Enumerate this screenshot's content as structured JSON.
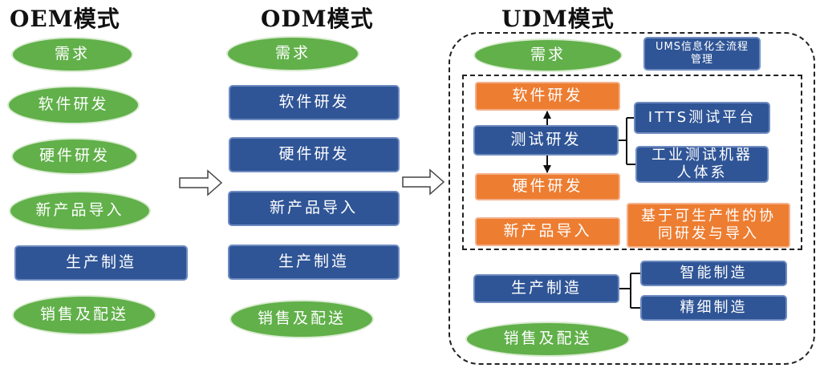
{
  "oem": {
    "title": "OEM模式",
    "items": [
      "需求",
      "软件研发",
      "硬件研发",
      "新产品导入",
      "生产制造",
      "销售及配送"
    ]
  },
  "odm": {
    "title": "ODM模式",
    "items": [
      "需求",
      "软件研发",
      "硬件研发",
      "新产品导入",
      "生产制造",
      "销售及配送"
    ]
  },
  "udm": {
    "title": "UDM模式",
    "demand": "需求",
    "ums": "UMS信息化全流程管理",
    "software": "软件研发",
    "test": "测试研发",
    "hardware": "硬件研发",
    "npi": "新产品导入",
    "itts": "ITTS测试平台",
    "robot": "工业测试机器人体系",
    "collab": "基于可生产性的协同研发与导入",
    "manufacturing": "生产制造",
    "smart": "智能制造",
    "fine": "精细制造",
    "sales": "销售及配送"
  },
  "colors": {
    "green": "#61b04a",
    "blue": "#2f5596",
    "orange": "#ed7d31"
  }
}
